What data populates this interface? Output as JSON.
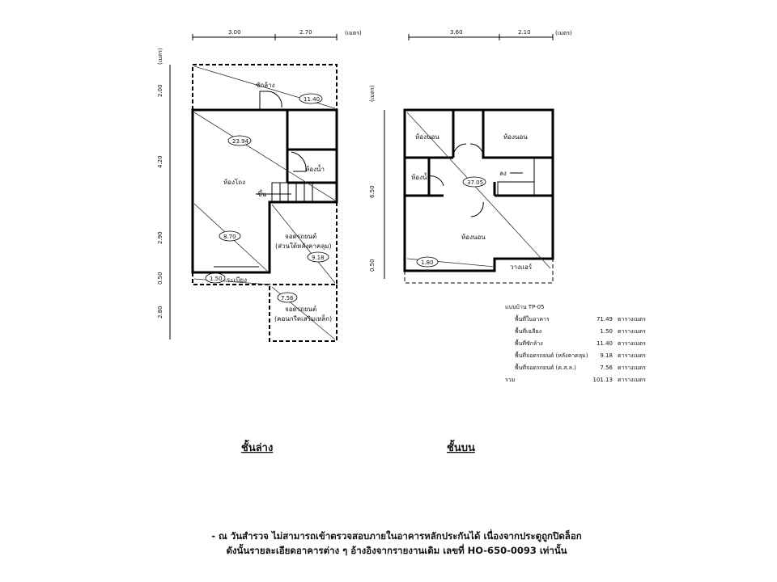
{
  "units_label": "(เมตร)",
  "lower_plan": {
    "title": "ชั้นล่าง",
    "top_dims": [
      "3.00",
      "2.70"
    ],
    "side_dims": [
      "2.00",
      "4.20",
      "2.90",
      "0.50",
      "2.80"
    ],
    "rooms": {
      "hall": "ห้องโถง",
      "bathroom": "ห้องน้ำ",
      "up": "ขึ้น",
      "laundry": "ซักล้าง",
      "porch": "ระเบียง",
      "carport_roofed": "จอดรถยนต์",
      "carport_roofed_note": "(ส่วนใต้หลังคาคลุม)",
      "carport_concrete": "จอดรถยนต์",
      "carport_concrete_note": "(คอนกรีตเสริมเหล็ก)"
    },
    "areas": {
      "laundry": "11.40",
      "hall": "23.94",
      "hall_lower": "8.70",
      "carport_roofed": "9.18",
      "porch": "1.50",
      "carport_concrete": "7.56"
    }
  },
  "upper_plan": {
    "title": "ชั้นบน",
    "top_dims": [
      "3.60",
      "2.10"
    ],
    "side_dims": [
      "6.50",
      "0.50"
    ],
    "rooms": {
      "bedroom1": "ห้องนอน",
      "bedroom2": "ห้องนอน",
      "bathroom": "ห้องน้ำ",
      "down": "ลง",
      "bedroom3": "ห้องนอน",
      "ac_ledge": "วางแอร์"
    },
    "areas": {
      "main": "37.05",
      "ledge": "1.80"
    }
  },
  "area_table": {
    "model": "แบบบ้าน TP-05",
    "unit": "ตารางเมตร",
    "rows": [
      {
        "label": "พื้นที่ในอาคาร",
        "value": "71.49"
      },
      {
        "label": "พื้นที่เฉลียง",
        "value": "1.50"
      },
      {
        "label": "พื้นที่ซักล้าง",
        "value": "11.40"
      },
      {
        "label": "พื้นที่จอดรถยนต์ (หลังคาคลุม)",
        "value": "9.18"
      },
      {
        "label": "พื้นที่จอดรถยนต์ (ค.ส.ล.)",
        "value": "7.56"
      },
      {
        "label": "รวม",
        "value": "101.13"
      }
    ]
  },
  "notes": [
    "- ณ วันสำรวจ ไม่สามารถเข้าตรวจสอบภายในอาคารหลักประกันได้ เนื่องจากประตูถูกปิดล็อก",
    "ดังนั้นรายละเอียดอาคารต่าง ๆ อ้างอิงจากรายงานเดิม เลขที่ HO-650-0093 เท่านั้น"
  ]
}
